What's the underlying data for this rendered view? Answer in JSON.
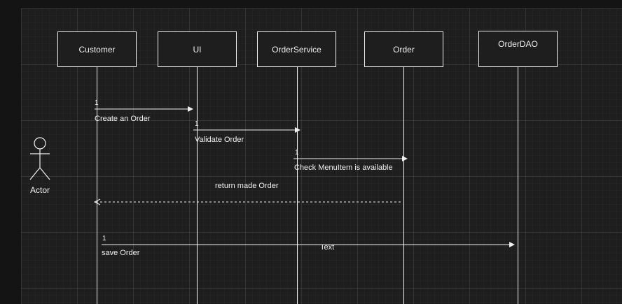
{
  "participants": [
    {
      "id": "customer",
      "label": "Customer"
    },
    {
      "id": "ui",
      "label": "UI"
    },
    {
      "id": "orderservice",
      "label": "OrderService"
    },
    {
      "id": "order",
      "label": "Order"
    },
    {
      "id": "orderdao",
      "label": "OrderDAO"
    }
  ],
  "actor": {
    "label": "Actor"
  },
  "messages": [
    {
      "number": "1",
      "label": "Create an Order",
      "style": "solid"
    },
    {
      "number": "1",
      "label": "Validate Order",
      "style": "solid"
    },
    {
      "number": "1",
      "label": "Check MenuItem is available",
      "style": "solid"
    },
    {
      "number": "",
      "label": "return made Order",
      "style": "dashed"
    },
    {
      "number": "1",
      "label": "save Order",
      "style": "solid",
      "inline_text": "Text"
    }
  ],
  "colors": {
    "background": "#1e1e1e",
    "stroke": "#f0f0f0",
    "grid": "#2a2a2a"
  }
}
